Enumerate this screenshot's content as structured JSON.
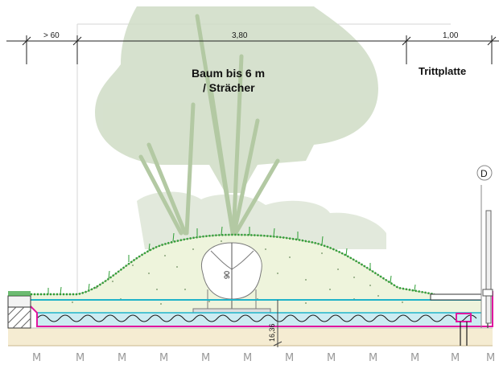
{
  "dimensions": {
    "left": "> 60",
    "middle": "3,80",
    "right": "1,00"
  },
  "labels": {
    "tree_line1": "Baum  bis 6 m",
    "tree_line2": "/ Strächer",
    "step_plate": "Trittplatte",
    "root_ball_height": "90",
    "layer_thickness": "16,36"
  },
  "marker": {
    "letter": "D"
  },
  "ground_symbol": "M",
  "colors": {
    "drainage_cyan": "#1fb3c9",
    "membrane_magenta": "#e0179f",
    "tree_green": "#c9d8bd",
    "grass_green": "#2e9e35",
    "substrate_fill": "#eef4dc",
    "base_sand": "#f5ecd2"
  }
}
